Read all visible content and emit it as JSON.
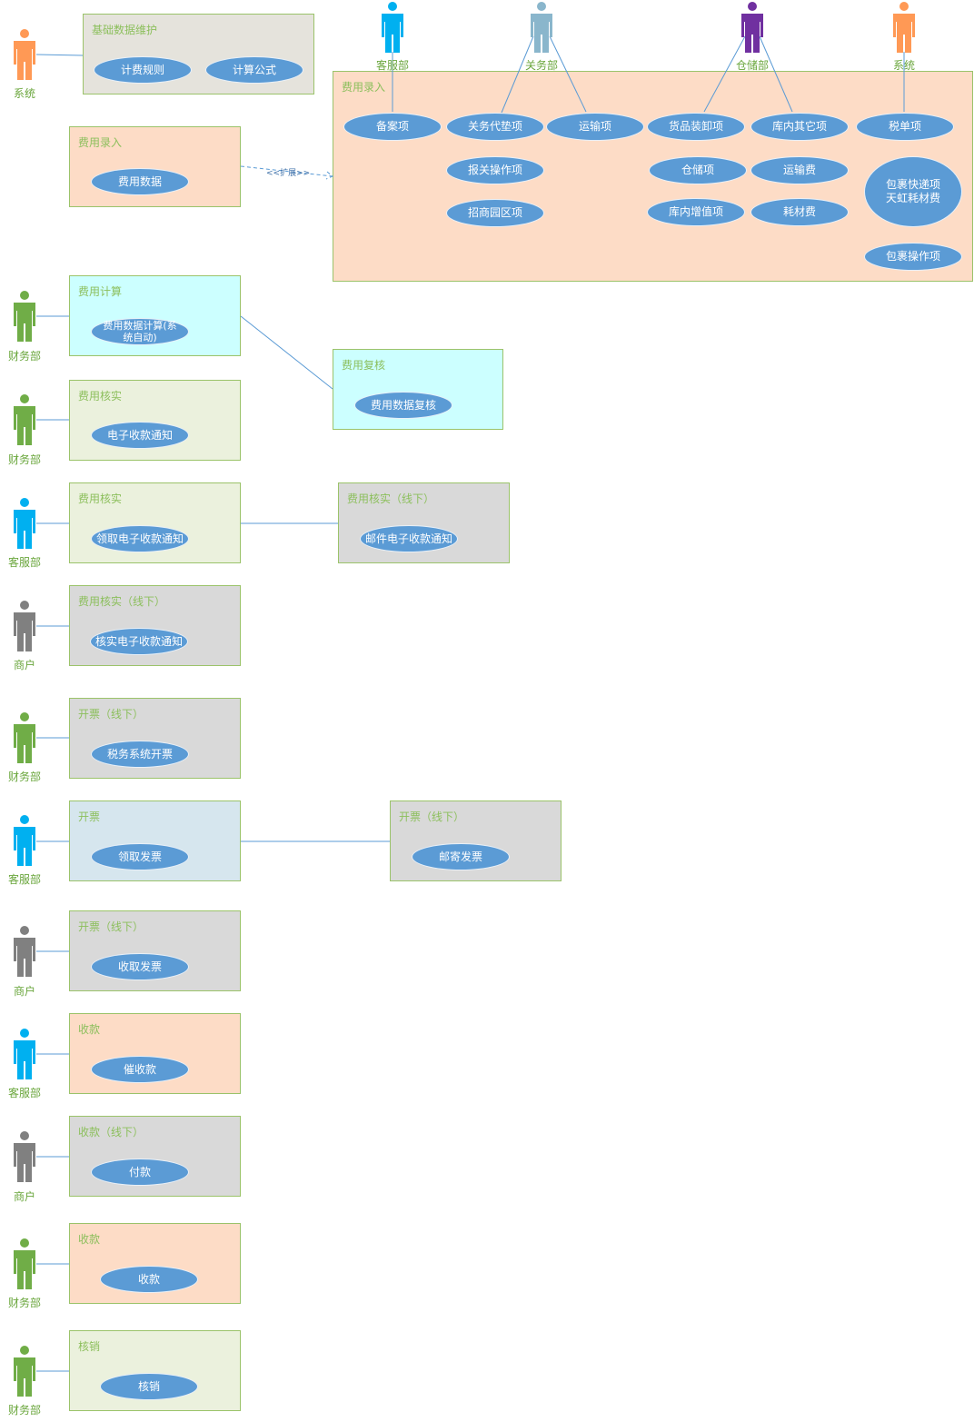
{
  "actors": [
    {
      "label": "系统",
      "color": "#ff9955"
    },
    {
      "label": "客服部",
      "color": "#00b0f0"
    },
    {
      "label": "关务部",
      "color": "#8ab6cc"
    },
    {
      "label": "仓储部",
      "color": "#7030a0"
    },
    {
      "label": "系统",
      "color": "#ff9955"
    },
    {
      "label": "财务部",
      "color": "#70ad47"
    },
    {
      "label": "财务部",
      "color": "#70ad47"
    },
    {
      "label": "客服部",
      "color": "#00b0f0"
    },
    {
      "label": "商户",
      "color": "#808080"
    },
    {
      "label": "财务部",
      "color": "#70ad47"
    },
    {
      "label": "客服部",
      "color": "#00b0f0"
    },
    {
      "label": "商户",
      "color": "#808080"
    },
    {
      "label": "客服部",
      "color": "#00b0f0"
    },
    {
      "label": "商户",
      "color": "#808080"
    },
    {
      "label": "财务部",
      "color": "#70ad47"
    },
    {
      "label": "财务部",
      "color": "#70ad47"
    }
  ],
  "packages": [
    {
      "title": "基础数据维护",
      "fill": "#e5e3dc",
      "usecases": [
        "计费规则",
        "计算公式"
      ]
    },
    {
      "title": "费用录入",
      "fill": "#fddcc6",
      "usecases": [
        "费用数据"
      ]
    },
    {
      "title": "费用录入",
      "fill": "#fddcc6",
      "usecases": [
        "备案项",
        "关务代垫项",
        "运输项",
        "货品装卸项",
        "库内其它项",
        "税单项",
        "报关操作项",
        "仓储项",
        "运输费",
        "招商园区项",
        "库内增值项",
        "耗材费",
        "包裹快递项\n天虹耗材费",
        "包裹操作项"
      ]
    },
    {
      "title": "费用计算",
      "fill": "#ccffff",
      "usecases": [
        "费用数据计算(系\n统自动)"
      ]
    },
    {
      "title": "费用复核",
      "fill": "#ccffff",
      "usecases": [
        "费用数据复核"
      ]
    },
    {
      "title": "费用核实",
      "fill": "#ebf1dd",
      "usecases": [
        "电子收款通知"
      ]
    },
    {
      "title": "费用核实",
      "fill": "#ebf1dd",
      "usecases": [
        "领取电子收款通知"
      ]
    },
    {
      "title": "费用核实（线下）",
      "fill": "#d9d9d9",
      "usecases": [
        "邮件电子收款通知"
      ]
    },
    {
      "title": "费用核实（线下）",
      "fill": "#d9d9d9",
      "usecases": [
        "核实电子收款通知"
      ]
    },
    {
      "title": "开票（线下）",
      "fill": "#d9d9d9",
      "usecases": [
        "税务系统开票"
      ]
    },
    {
      "title": "开票",
      "fill": "#d6e6ee",
      "usecases": [
        "领取发票"
      ]
    },
    {
      "title": "开票（线下）",
      "fill": "#d9d9d9",
      "usecases": [
        "邮寄发票"
      ]
    },
    {
      "title": "开票（线下）",
      "fill": "#d9d9d9",
      "usecases": [
        "收取发票"
      ]
    },
    {
      "title": "收款",
      "fill": "#fddcc6",
      "usecases": [
        "催收款"
      ]
    },
    {
      "title": "收款（线下）",
      "fill": "#d9d9d9",
      "usecases": [
        "付款"
      ]
    },
    {
      "title": "收款",
      "fill": "#fddcc6",
      "usecases": [
        "收款"
      ]
    },
    {
      "title": "核销",
      "fill": "#ebf1dd",
      "usecases": [
        "核销"
      ]
    }
  ],
  "extend_label": "<<扩展>>",
  "colors": {
    "usecase": "#5b9bd5",
    "border": "#9bc36a",
    "title": "#8cbf5c",
    "link": "#5b9bd5"
  }
}
